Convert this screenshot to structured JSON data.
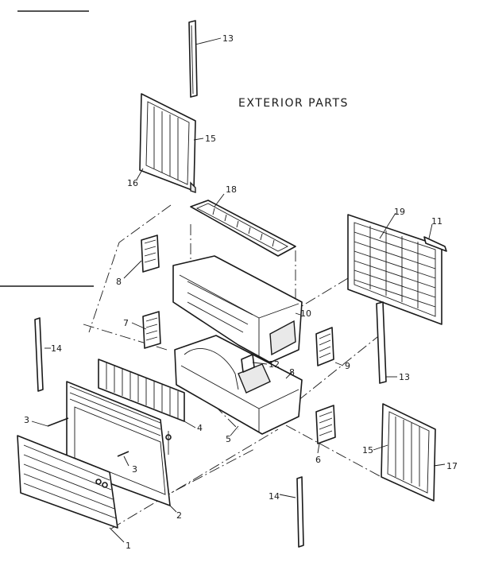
{
  "diagram": {
    "title": "EXTERIOR PARTS",
    "callouts": [
      "13",
      "15",
      "16",
      "18",
      "19",
      "11",
      "8",
      "10",
      "7",
      "12",
      "9",
      "14",
      "13",
      "8",
      "3",
      "4",
      "5",
      "6",
      "3",
      "15",
      "17",
      "2",
      "14",
      "1"
    ]
  }
}
